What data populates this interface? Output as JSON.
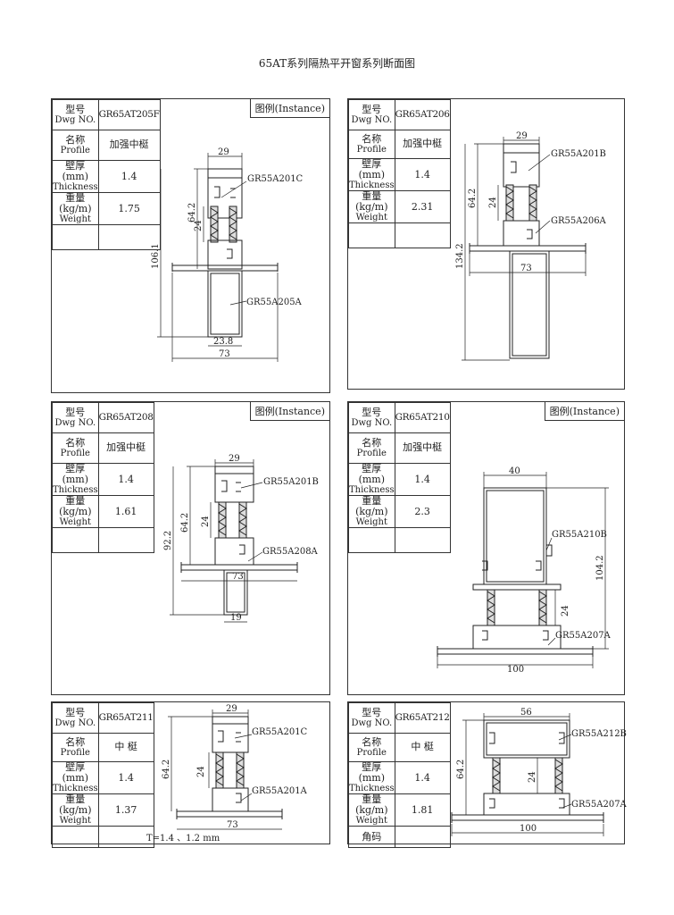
{
  "page_title": "65AT系列隔热平开窗系列断面图",
  "labels": {
    "model_zh": "型号",
    "model_en": "Dwg NO.",
    "name_zh": "名称",
    "name_en": "Profile",
    "thick_zh": "壁厚 (mm)",
    "thick_en": "Thickness",
    "weight_zh": "重量 (kg/m)",
    "weight_en": "Weight",
    "instance": "图例(Instance)",
    "corner": "角码"
  },
  "panels": [
    {
      "code": "GR65AT205F",
      "name": "加强中梃",
      "thickness": "1.4",
      "weight": "1.75",
      "dims": [
        "29",
        "64.2",
        "24",
        "106.1",
        "23.8",
        "73"
      ],
      "parts": [
        "GR55A201C",
        "GR55A205A"
      ]
    },
    {
      "code": "GR65AT206",
      "name": "加强中梃",
      "thickness": "1.4",
      "weight": "2.31",
      "dims": [
        "29",
        "64.2",
        "24",
        "134.2",
        "73"
      ],
      "parts": [
        "GR55A201B",
        "GR55A206A"
      ]
    },
    {
      "code": "GR65AT208",
      "name": "加强中梃",
      "thickness": "1.4",
      "weight": "1.61",
      "dims": [
        "29",
        "92.2",
        "64.2",
        "24",
        "73",
        "19"
      ],
      "parts": [
        "GR55A201B",
        "GR55A208A"
      ]
    },
    {
      "code": "GR65AT210",
      "name": "加强中梃",
      "thickness": "1.4",
      "weight": "2.3",
      "dims": [
        "40",
        "104.2",
        "24",
        "100"
      ],
      "parts": [
        "GR55A210B",
        "GR55A207A"
      ]
    },
    {
      "code": "GR65AT211",
      "name": "中 梃",
      "thickness": "1.4",
      "weight": "1.37",
      "dims": [
        "29",
        "64.2",
        "24",
        "73"
      ],
      "parts": [
        "GR55A201C",
        "GR55A201A"
      ],
      "note": "T=1.4 、1.2 mm"
    },
    {
      "code": "GR65AT212",
      "name": "中 梃",
      "thickness": "1.4",
      "weight": "1.81",
      "dims": [
        "56",
        "64.2",
        "24",
        "100"
      ],
      "parts": [
        "GR55A212B",
        "GR55A207A"
      ]
    }
  ]
}
